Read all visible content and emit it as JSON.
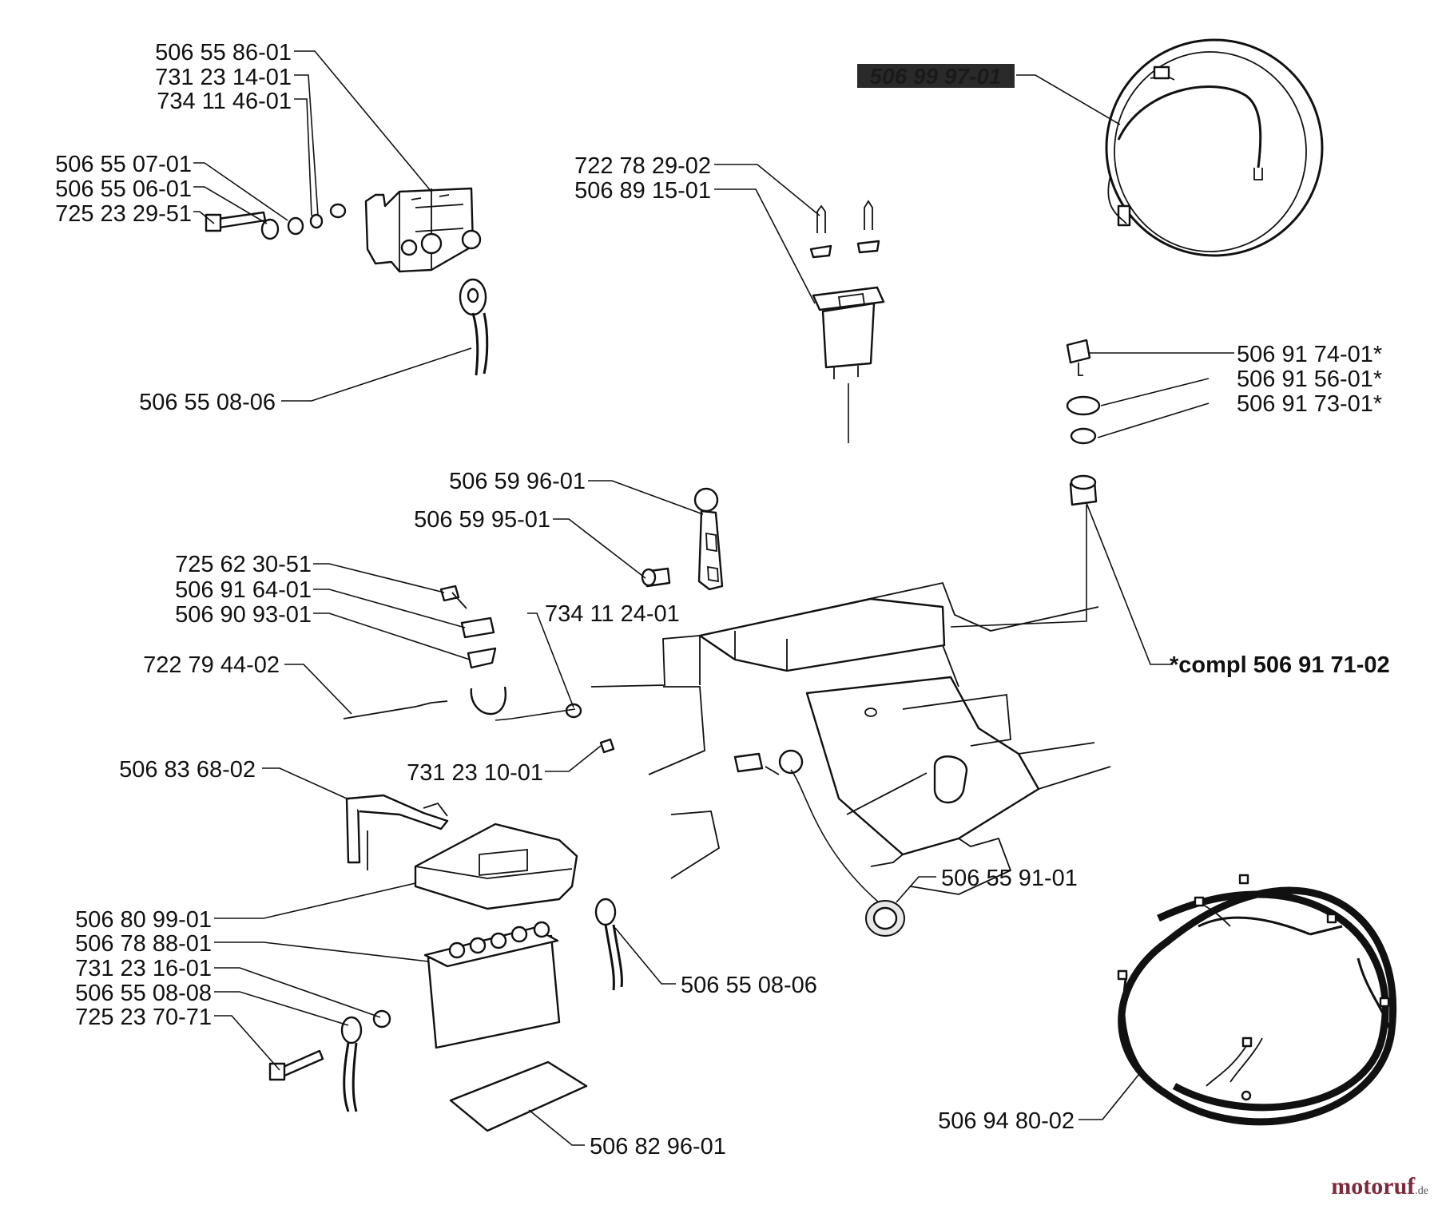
{
  "labels": {
    "p_506558601": "506 55 86-01",
    "p_731231401": "731 23 14-01",
    "p_734114601": "734 11 46-01",
    "p_506550701": "506 55 07-01",
    "p_506550601": "506 55 06-01",
    "p_725232951": "725 23 29-51",
    "p_506550806_a": "506 55 08-06",
    "p_506999701": "506 99 97-01",
    "p_722782902": "722 78 29-02",
    "p_506891501": "506 89 15-01",
    "p_506917401": "506 91 74-01*",
    "p_506915601": "506 91 56-01*",
    "p_506917301": "506 91 73-01*",
    "p_506599601": "506 59 96-01",
    "p_506599501": "506 59 95-01",
    "p_725623051": "725 62 30-51",
    "p_506916401": "506 91 64-01",
    "p_506909301": "506 90 93-01",
    "p_734112401": "734 11 24-01",
    "p_722794402": "722 79 44-02",
    "p_compl": "*compl 506 91 71-02",
    "p_731231001": "731 23 10-01",
    "p_506836802": "506 83 68-02",
    "p_506559101": "506 55 91-01",
    "p_506809901": "506 80 99-01",
    "p_506788801": "506 78 88-01",
    "p_731231601": "731 23 16-01",
    "p_506550808": "506 55 08-08",
    "p_725237071": "725 23 70-71",
    "p_506550806_b": "506 55 08-06",
    "p_506829601": "506 82 96-01",
    "p_506948002": "506 94 80-02"
  },
  "brand": {
    "name": "motoruf",
    "tld": ".de"
  }
}
